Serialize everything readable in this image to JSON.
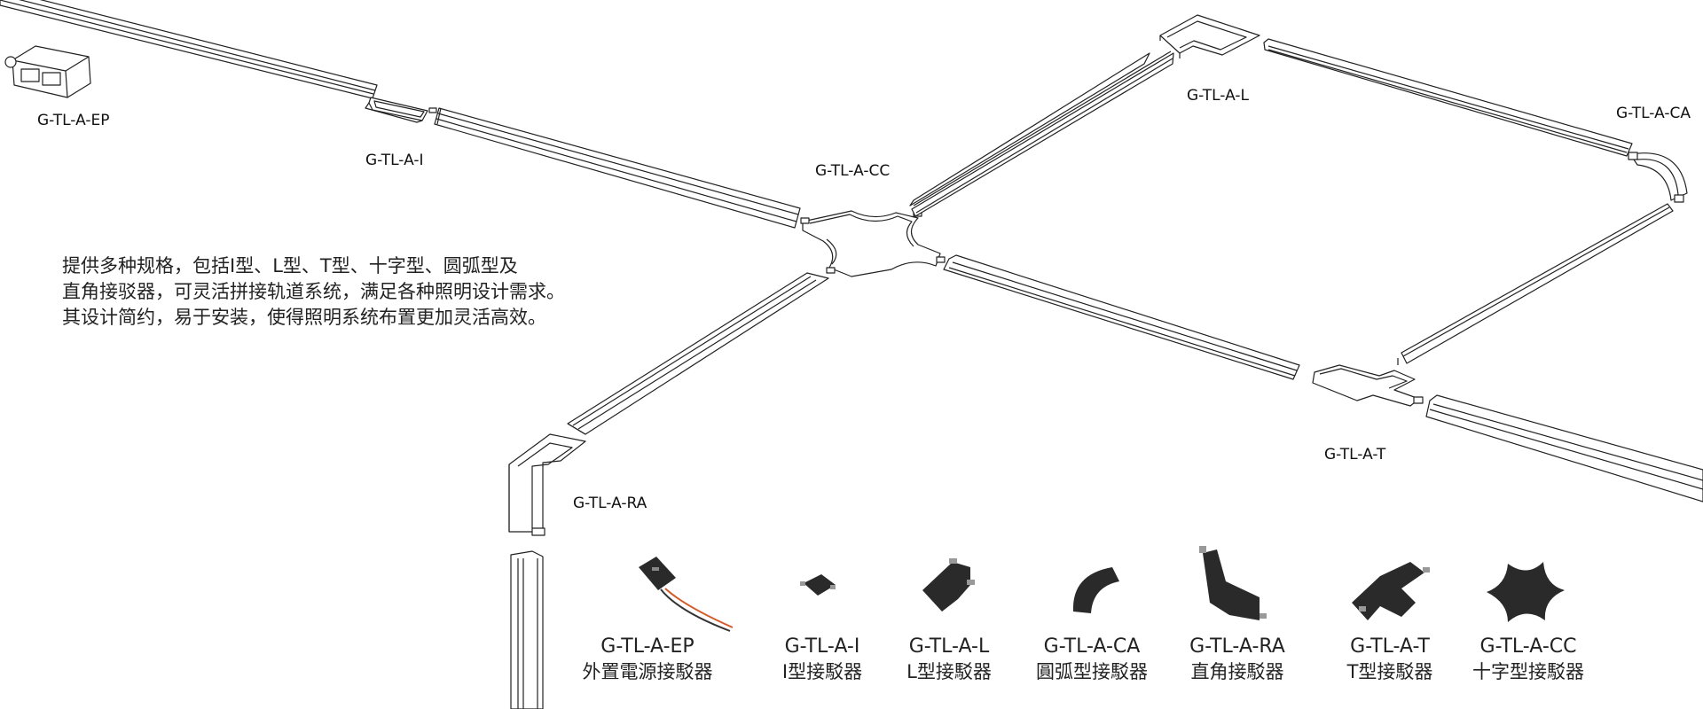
{
  "diagram": {
    "callouts": {
      "ep": "G-TL-A-EP",
      "i": "G-TL-A-I",
      "cc": "G-TL-A-CC",
      "l": "G-TL-A-L",
      "ca": "G-TL-A-CA",
      "t": "G-TL-A-T",
      "ra": "G-TL-A-RA"
    },
    "description": [
      "提供多种规格，包括I型、L型、T型、十字型、圆弧型及",
      "直角接驳器，可灵活拼接轨道系统，满足各种照明设计需求。",
      "其设计简约，易于安装，使得照明系统布置更加灵活高效。"
    ]
  },
  "products": [
    {
      "code": "G-TL-A-EP",
      "name": "外置電源接駁器",
      "icon": "power-connector-icon"
    },
    {
      "code": "G-TL-A-I",
      "name": "I型接駁器",
      "icon": "straight-connector-icon"
    },
    {
      "code": "G-TL-A-L",
      "name": "L型接駁器",
      "icon": "l-connector-icon"
    },
    {
      "code": "G-TL-A-CA",
      "name": "圓弧型接駁器",
      "icon": "arc-connector-icon"
    },
    {
      "code": "G-TL-A-RA",
      "name": "直角接駁器",
      "icon": "right-angle-connector-icon"
    },
    {
      "code": "G-TL-A-T",
      "name": "T型接駁器",
      "icon": "t-connector-icon"
    },
    {
      "code": "G-TL-A-CC",
      "name": "十字型接駁器",
      "icon": "cross-connector-icon"
    }
  ]
}
